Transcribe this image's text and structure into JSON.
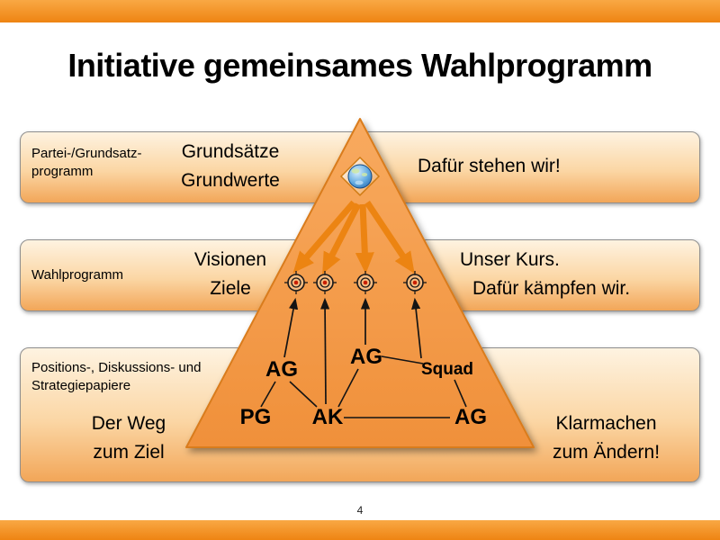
{
  "slide": {
    "title": "Initiative gemeinsames Wahlprogramm",
    "page_number": "4"
  },
  "colors": {
    "border_bar_orange": "#EE8412",
    "band_gradient_top": "#FEF3E1",
    "band_gradient_bottom": "#F2A658",
    "triangle_fill": "#F39A44",
    "triangle_stroke": "#D97C1F",
    "flow_arrow_orange": "#EC8412",
    "target_center_red": "#C81E00",
    "globe_blue": "#2C6FBA"
  },
  "icons": {
    "globe": "globe-icon",
    "target": "target-icon",
    "flow_arrow": "flow-arrow"
  },
  "bands": {
    "programm": {
      "label_line1": "Partei-/Grundsatz-",
      "label_line2": "programm",
      "center_line1": "Grundsätze",
      "center_line2": "Grundwerte",
      "right_line1": "Dafür stehen wir!"
    },
    "wahlprogramm": {
      "label": "Wahlprogramm",
      "center_line1": "Visionen",
      "center_line2": "Ziele",
      "right_line1": "Unser Kurs.",
      "right_line2": "Dafür kämpfen wir."
    },
    "papiere": {
      "label_line1": "Positions-, Diskussions- und",
      "label_line2": "Strategiepapiere",
      "left_line1": "Der Weg",
      "left_line2": "zum Ziel",
      "right_line1": "Klarmachen",
      "right_line2": "zum Ändern!"
    }
  },
  "pyramid": {
    "nodes": {
      "ag_top": "AG",
      "ag_mid": "AG",
      "squad": "Squad",
      "pg": "PG",
      "ak": "AK",
      "ag_right": "AG"
    }
  }
}
